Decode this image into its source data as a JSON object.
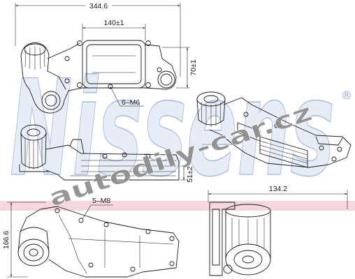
{
  "colors": {
    "line": "#1a1a1a",
    "logo_fill": "#dfe8f5",
    "logo_stroke": "#8fa9d6",
    "logo_band": "#f3c9d3",
    "site_watermark": "#8a8a8a",
    "background": "#ffffff"
  },
  "watermarks": {
    "logo_text": "Nissens",
    "logo_registered": "®",
    "site_text": "autodily-car.cz"
  },
  "top_view": {
    "overall_length": "344.6",
    "cooler_length": "140±1",
    "cooler_height": "70±1",
    "bolt_callout": "6–M6"
  },
  "side_view": {
    "height": "51±2"
  },
  "bottom_view": {
    "bolt_callout": "5–M8",
    "height": "166.6"
  },
  "end_view": {
    "width": "134.2"
  }
}
